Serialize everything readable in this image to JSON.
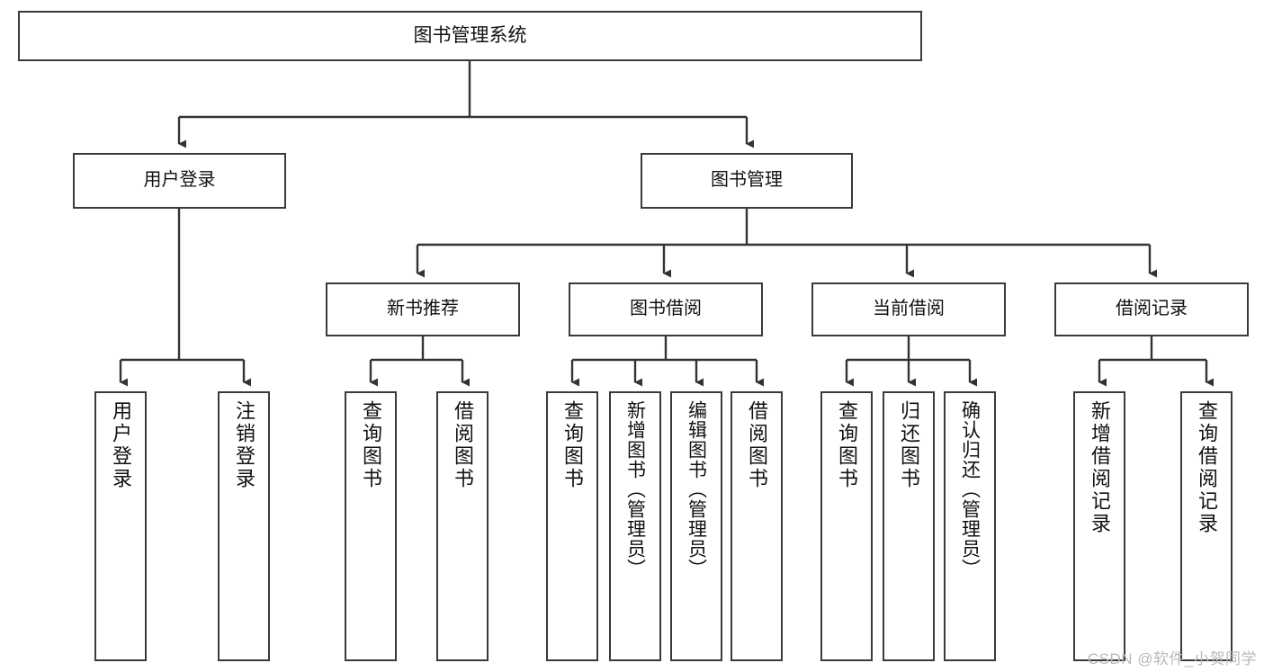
{
  "diagram": {
    "title": "图书管理系统",
    "type": "tree-hierarchy-chart",
    "root": {
      "label": "图书管理系统"
    },
    "level2": [
      {
        "id": "user-login",
        "label": "用户登录"
      },
      {
        "id": "book-mgmt",
        "label": "图书管理"
      }
    ],
    "level3": [
      {
        "id": "new-book-rec",
        "label": "新书推荐"
      },
      {
        "id": "book-borrow",
        "label": "图书借阅"
      },
      {
        "id": "current-borrow",
        "label": "当前借阅"
      },
      {
        "id": "borrow-record",
        "label": "借阅记录"
      }
    ],
    "leaves": {
      "user_login": [
        {
          "id": "leaf-user-login",
          "label": "用户登录"
        },
        {
          "id": "leaf-logout-login",
          "label": "注销登录"
        }
      ],
      "new_book_rec": [
        {
          "id": "leaf-query-book-1",
          "label": "查询图书"
        },
        {
          "id": "leaf-borrow-book-1",
          "label": "借阅图书"
        }
      ],
      "book_borrow": [
        {
          "id": "leaf-query-book-2",
          "label": "查询图书"
        },
        {
          "id": "leaf-add-book",
          "label": "新增图书（管理员）"
        },
        {
          "id": "leaf-edit-book",
          "label": "编辑图书（管理员）"
        },
        {
          "id": "leaf-borrow-book-2",
          "label": "借阅图书"
        }
      ],
      "current_borrow": [
        {
          "id": "leaf-query-book-3",
          "label": "查询图书"
        },
        {
          "id": "leaf-return-book",
          "label": "归还图书"
        },
        {
          "id": "leaf-confirm-return",
          "label": "确认归还（管理员）"
        }
      ],
      "borrow_record": [
        {
          "id": "leaf-add-record",
          "label": "新增借阅记录"
        },
        {
          "id": "leaf-query-record",
          "label": "查询借阅记录"
        }
      ]
    }
  },
  "watermark": {
    "text": "CSDN @软件_小贺同学"
  },
  "colors": {
    "background": "#ffffff",
    "box_border": "#3a3a3a",
    "connector": "#333333",
    "text": "#111111",
    "watermark": "#b9b9b9"
  }
}
